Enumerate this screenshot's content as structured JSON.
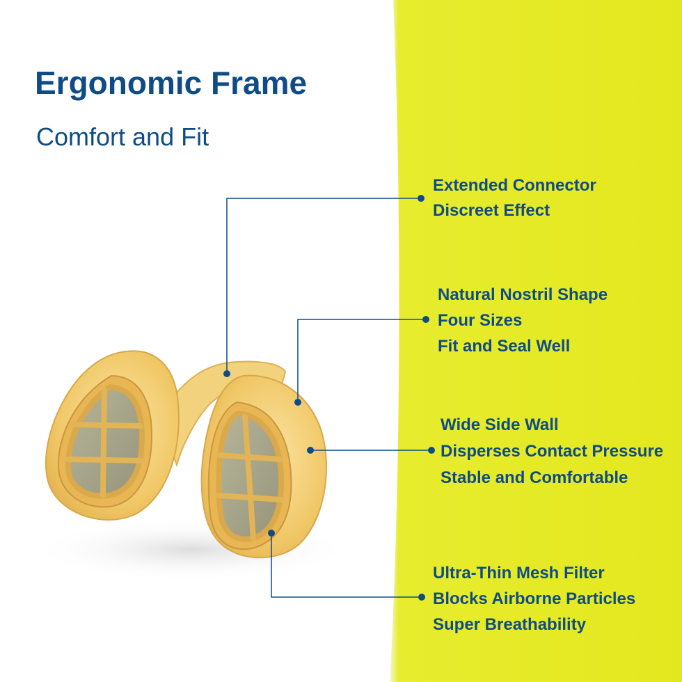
{
  "header": {
    "title": "Ergonomic Frame",
    "subtitle": "Comfort and Fit"
  },
  "callouts": [
    {
      "lines": [
        "Extended Connector",
        "Discreet Effect"
      ]
    },
    {
      "lines": [
        "Natural Nostril Shape",
        "Four Sizes",
        "Fit and Seal Well"
      ]
    },
    {
      "lines": [
        "Wide Side Wall",
        "Disperses Contact Pressure",
        "Stable and Comfortable"
      ]
    },
    {
      "lines": [
        "Ultra-Thin Mesh Filter",
        "Blocks Airborne Particles",
        "Super Breathability"
      ]
    }
  ],
  "colors": {
    "accent_panel": "#e4e922",
    "text_primary": "#0f4c86",
    "leader_line": "#0f4c86",
    "product_frame": "#f2cd72",
    "product_mesh": "#a9a68a"
  }
}
